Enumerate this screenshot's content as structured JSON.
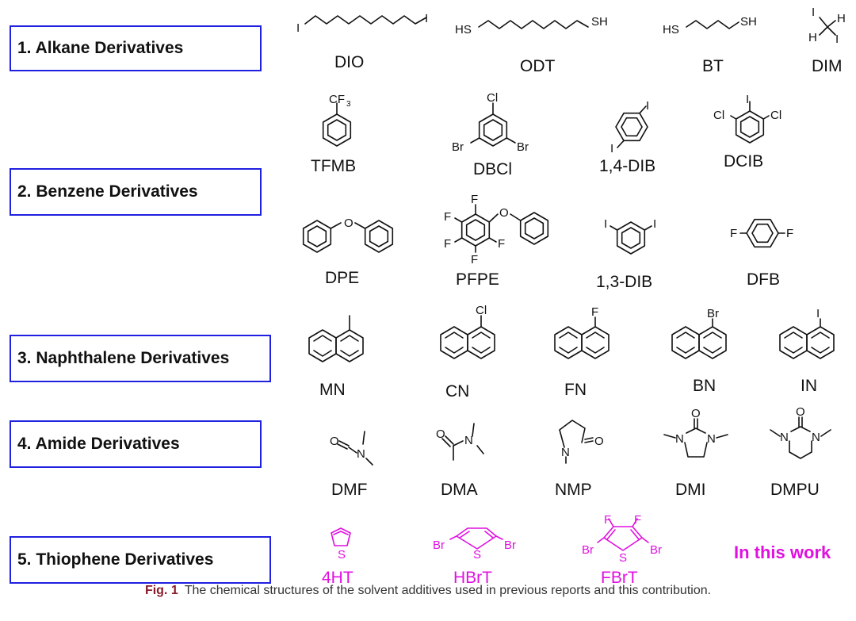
{
  "categories": [
    {
      "label": "1. Alkane Derivatives"
    },
    {
      "label": "2. Benzene Derivatives"
    },
    {
      "label": "3. Naphthalene Derivatives"
    },
    {
      "label": "4. Amide Derivatives"
    },
    {
      "label": "5. Thiophene Derivatives"
    }
  ],
  "compounds": {
    "DIO": "DIO",
    "ODT": "ODT",
    "BT": "BT",
    "DIM": "DIM",
    "TFMB": "TFMB",
    "DBCl": "DBCl",
    "DIB14": "1,4-DIB",
    "DCIB": "DCIB",
    "DPE": "DPE",
    "PFPE": "PFPE",
    "DIB13": "1,3-DIB",
    "DFB": "DFB",
    "MN": "MN",
    "CN": "CN",
    "FN": "FN",
    "BN": "BN",
    "IN": "IN",
    "DMF": "DMF",
    "DMA": "DMA",
    "NMP": "NMP",
    "DMI": "DMI",
    "DMPU": "DMPU",
    "4HT": "4HT",
    "HBrT": "HBrT",
    "FBrT": "FBrT"
  },
  "atoms": {
    "I": "I",
    "SH": "SH",
    "HS": "HS",
    "H": "H",
    "CF3": "CF",
    "three": "3",
    "Cl": "Cl",
    "Br": "Br",
    "F": "F",
    "O": "O",
    "N": "N",
    "S": "S"
  },
  "highlight_text": "In this work",
  "caption": {
    "fig": "Fig. 1",
    "text": "The chemical structures of the solvent additives used in previous reports and this contribution."
  },
  "colors": {
    "box_border": "#2020e0",
    "highlight": "#e010e0",
    "fig_label": "#8a1a2a"
  }
}
